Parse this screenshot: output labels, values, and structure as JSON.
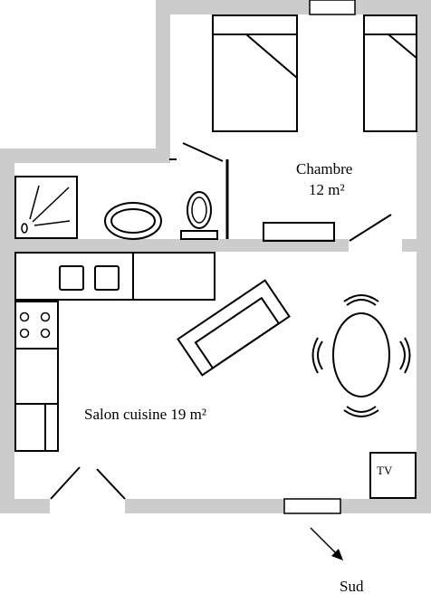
{
  "rooms": {
    "bedroom": {
      "name": "Chambre",
      "area": "12 m²"
    },
    "living": {
      "name": "Salon cuisine 19 m²"
    }
  },
  "furniture": {
    "tv_label": "TV"
  },
  "orientation": {
    "label": "Sud"
  },
  "colors": {
    "wall": "#cccccc",
    "line": "#000000",
    "background": "#ffffff"
  }
}
